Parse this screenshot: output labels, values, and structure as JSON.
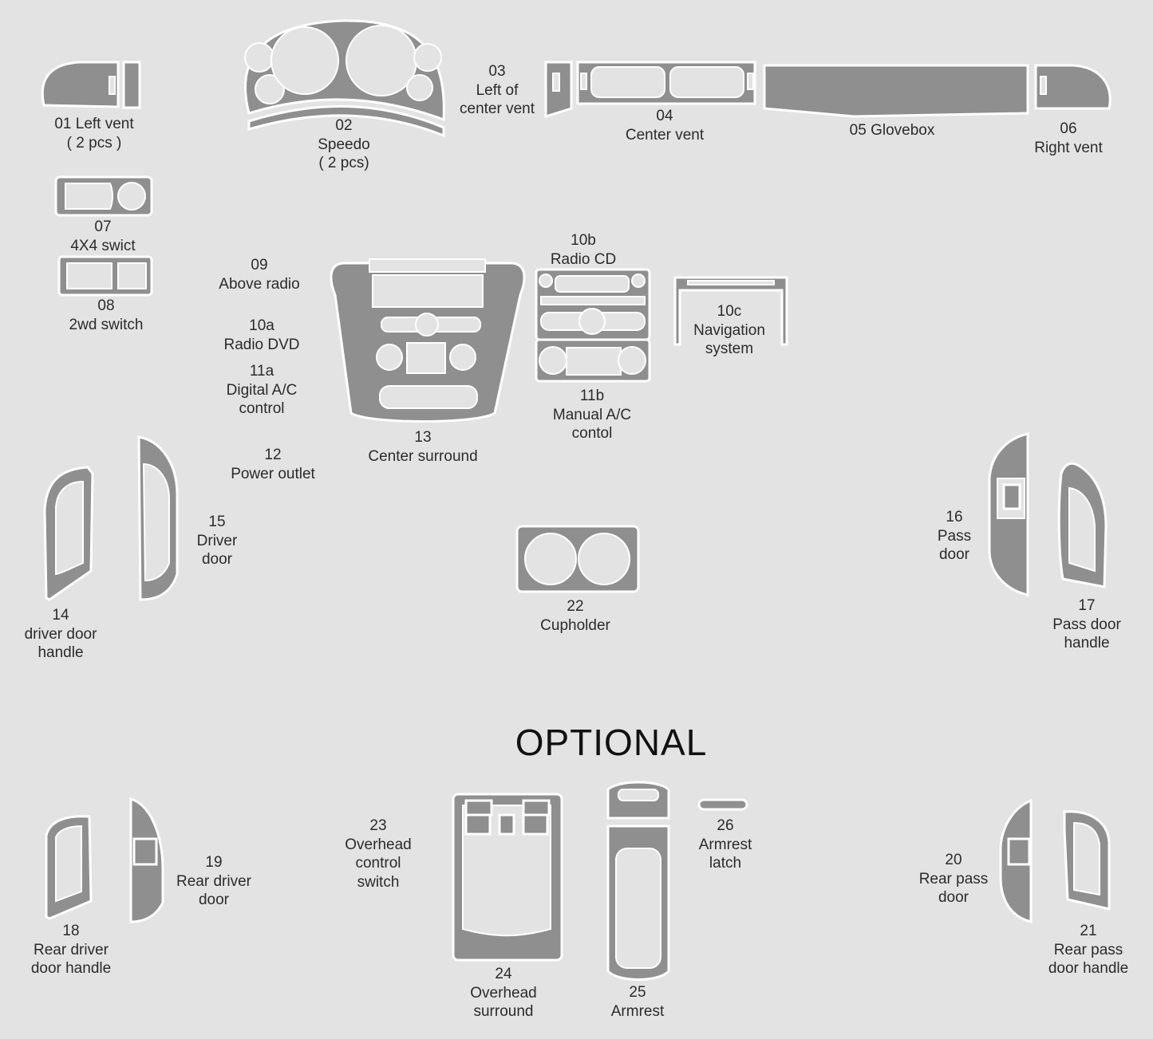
{
  "colors": {
    "background": "#e3e3e3",
    "part_fill": "#8f8f8f",
    "part_outline": "#ffffff",
    "text": "#2b2b2b"
  },
  "section_heading": "OPTIONAL",
  "parts": [
    {
      "id": "01",
      "lines": [
        "01 Left vent",
        "( 2 pcs )"
      ]
    },
    {
      "id": "02",
      "lines": [
        "02",
        "Speedo",
        "( 2 pcs)"
      ]
    },
    {
      "id": "03",
      "lines": [
        "03",
        "Left of",
        "center vent"
      ]
    },
    {
      "id": "04",
      "lines": [
        "04",
        "Center vent"
      ]
    },
    {
      "id": "05",
      "lines": [
        "05 Glovebox"
      ]
    },
    {
      "id": "06",
      "lines": [
        "06",
        "Right vent"
      ]
    },
    {
      "id": "07",
      "lines": [
        "07",
        "4X4 swict"
      ]
    },
    {
      "id": "08",
      "lines": [
        "08",
        "2wd switch"
      ]
    },
    {
      "id": "09",
      "lines": [
        "09",
        "Above radio"
      ]
    },
    {
      "id": "10a",
      "lines": [
        "10a",
        "Radio DVD"
      ]
    },
    {
      "id": "11a",
      "lines": [
        "11a",
        "Digital A/C",
        "control"
      ]
    },
    {
      "id": "10b",
      "lines": [
        "10b",
        "Radio CD"
      ]
    },
    {
      "id": "10c",
      "lines": [
        "10c",
        "Navigation",
        "system"
      ]
    },
    {
      "id": "11b",
      "lines": [
        "11b",
        "Manual A/C",
        "contol"
      ]
    },
    {
      "id": "12",
      "lines": [
        "12",
        "Power outlet"
      ]
    },
    {
      "id": "13",
      "lines": [
        "13",
        "Center surround"
      ]
    },
    {
      "id": "14",
      "lines": [
        "14",
        "driver door",
        "handle"
      ]
    },
    {
      "id": "15",
      "lines": [
        "15",
        "Driver",
        "door"
      ]
    },
    {
      "id": "16",
      "lines": [
        "16",
        "Pass",
        "door"
      ]
    },
    {
      "id": "17",
      "lines": [
        "17",
        "Pass door",
        "handle"
      ]
    },
    {
      "id": "22",
      "lines": [
        "22",
        "Cupholder"
      ]
    },
    {
      "id": "18",
      "lines": [
        "18",
        "Rear driver",
        "door handle"
      ]
    },
    {
      "id": "19",
      "lines": [
        "19",
        "Rear driver",
        "door"
      ]
    },
    {
      "id": "23",
      "lines": [
        "23",
        "Overhead",
        "control",
        "switch"
      ]
    },
    {
      "id": "24",
      "lines": [
        "24",
        "Overhead",
        "surround"
      ]
    },
    {
      "id": "25",
      "lines": [
        "25",
        "Armrest"
      ]
    },
    {
      "id": "26",
      "lines": [
        "26",
        "Armrest",
        "latch"
      ]
    },
    {
      "id": "20",
      "lines": [
        "20",
        "Rear pass",
        "door"
      ]
    },
    {
      "id": "21",
      "lines": [
        "21",
        "Rear pass",
        "door handle"
      ]
    }
  ]
}
